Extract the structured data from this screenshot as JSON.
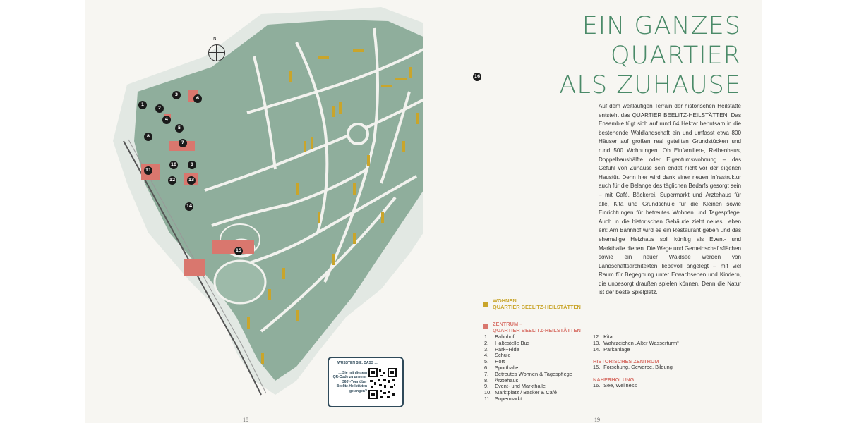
{
  "title": [
    "EIN GANZES",
    "QUARTIER",
    "ALS ZUHAUSE"
  ],
  "body": "Auf dem weitläufigen Terrain der historischen Heilstätte entsteht das QUARTIER BEELITZ-HEILSTÄTTEN. Das Ensemble fügt sich auf rund 64 Hektar behutsam in die bestehende Waldlandschaft ein und umfasst etwa 800 Häuser auf großen real geteilten Grundstücken und rund 500 Wohnungen. Ob Einfamilien-, Reihenhaus, Doppelhaushälfte oder Eigentumswohnung – das Gefühl von Zuhause sein endet nicht vor der eigenen Haustür. Denn hier wird dank einer neuen Infrastruktur auch für die Belange des täglichen Bedarfs gesorgt sein – mit Café, Bäckerei, Supermarkt und Ärztehaus für alle, Kita und Grundschule für die Kleinen sowie Einrichtungen für betreutes Wohnen und Tagespflege. Auch in die historischen Gebäude zieht neues Leben ein: Am Bahnhof wird es ein Restaurant geben und das ehemalige Heizhaus soll künftig als Event- und Markthalle dienen. Die Wege und Gemeinschaftsflächen sowie ein neuer Waldsee werden von Landschaftsarchitekten liebevoll angelegt – mit viel Raum für Begegnung unter Erwachsenen und Kindern, die unbesorgt draußen spielen können. Denn die Natur ist der beste Spielplatz.",
  "legend": {
    "wohnen": [
      "WOHNEN",
      "QUARTIER BEELITZ-HEILSTÄTTEN"
    ],
    "zentrum": [
      "ZENTRUM –",
      "QUARTIER BEELITZ-HEILSTÄTTEN"
    ],
    "items_left": [
      {
        "n": "1.",
        "label": "Bahnhof"
      },
      {
        "n": "2.",
        "label": "Haltestelle Bus"
      },
      {
        "n": "3.",
        "label": "Park+Ride"
      },
      {
        "n": "4.",
        "label": "Schule"
      },
      {
        "n": "5.",
        "label": "Hort"
      },
      {
        "n": "6.",
        "label": "Sporthalle"
      },
      {
        "n": "7.",
        "label": "Betreutes Wohnen & Tagespflege"
      },
      {
        "n": "8.",
        "label": "Ärztehaus"
      },
      {
        "n": "9.",
        "label": "Event- und Markthalle"
      },
      {
        "n": "10.",
        "label": "Marktplatz / Bäcker & Café"
      },
      {
        "n": "11.",
        "label": "Supermarkt"
      }
    ],
    "items_right": [
      {
        "n": "12.",
        "label": "Kita"
      },
      {
        "n": "13.",
        "label": "Wahrzeichen „Alter Wasserturm“"
      },
      {
        "n": "14.",
        "label": "Parkanlage"
      }
    ],
    "historisch": "HISTORISCHES ZENTRUM",
    "historisch_item": {
      "n": "15.",
      "label": "Forschung, Gewerbe, Bildung"
    },
    "naherholung": "NAHERHOLUNG",
    "naherholung_item": {
      "n": "16.",
      "label": "See, Wellness"
    }
  },
  "qr": {
    "head": "WUSSTEN SIE, DASS ...",
    "text": "... Sie mit diesem QR-Code zu unserer 360°-Tour über Beelitz-Heilstätten gelangen?"
  },
  "compass": "N",
  "page_left": "18",
  "page_right": "19",
  "markers": [
    "1",
    "2",
    "3",
    "4",
    "5",
    "6",
    "7",
    "8",
    "9",
    "10",
    "11",
    "12",
    "13",
    "14",
    "15",
    "16"
  ],
  "colors": {
    "title": "#4a8a68",
    "wohnen": "#c9a52b",
    "zentrum": "#d9776e",
    "map_green": "#8fae9c",
    "road": "#f2f2ee"
  }
}
